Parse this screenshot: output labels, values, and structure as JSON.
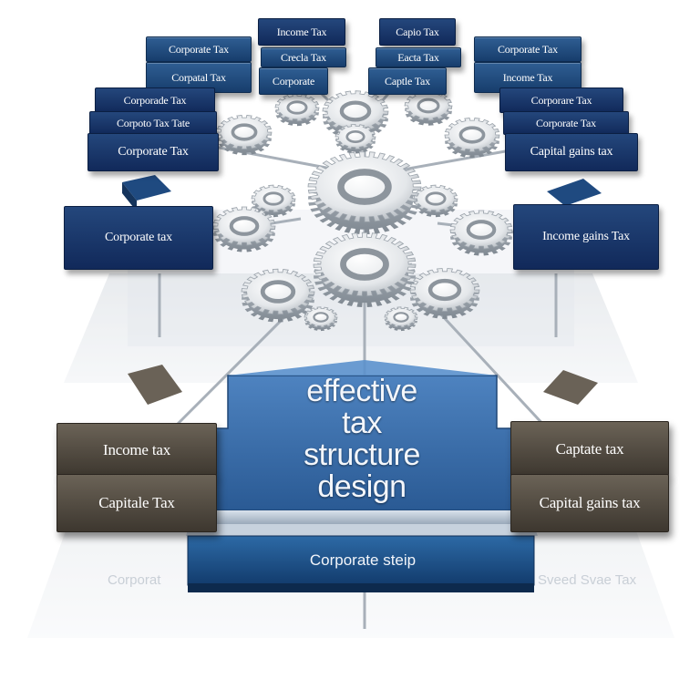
{
  "diagram": {
    "title_lines": [
      "effective",
      "tax",
      "structure",
      "design"
    ],
    "base_label": "Corporate steip",
    "top_row": [
      {
        "label": "Income Tax",
        "sub": ""
      },
      {
        "label": "Capio Tax",
        "sub": ""
      }
    ],
    "second_row": [
      {
        "label": "Corporate Tax"
      },
      {
        "label": "Crecla Tax"
      },
      {
        "label": "Eacta Tax"
      },
      {
        "label": "Corporate Tax"
      }
    ],
    "third_row": [
      {
        "label": "Corpatal Tax"
      },
      {
        "label": "Corporate"
      },
      {
        "label": "Captle Tax"
      },
      {
        "label": "Income Tax"
      }
    ],
    "left_stack": [
      "Corporade Tax",
      "Corpoto Tax Tate",
      "Corporate Tax"
    ],
    "right_stack": [
      "Corporare Tax",
      "Corporate Tax",
      "Capital gains tax"
    ],
    "left_mid": "Corporate tax",
    "right_mid": "Income gains Tax",
    "left_front": [
      "Income tax",
      "Capitale Tax"
    ],
    "right_front": [
      "Captate tax",
      "Capital gains tax"
    ],
    "reflections": [
      "Corporat",
      "Sveed Svae Tax"
    ]
  }
}
